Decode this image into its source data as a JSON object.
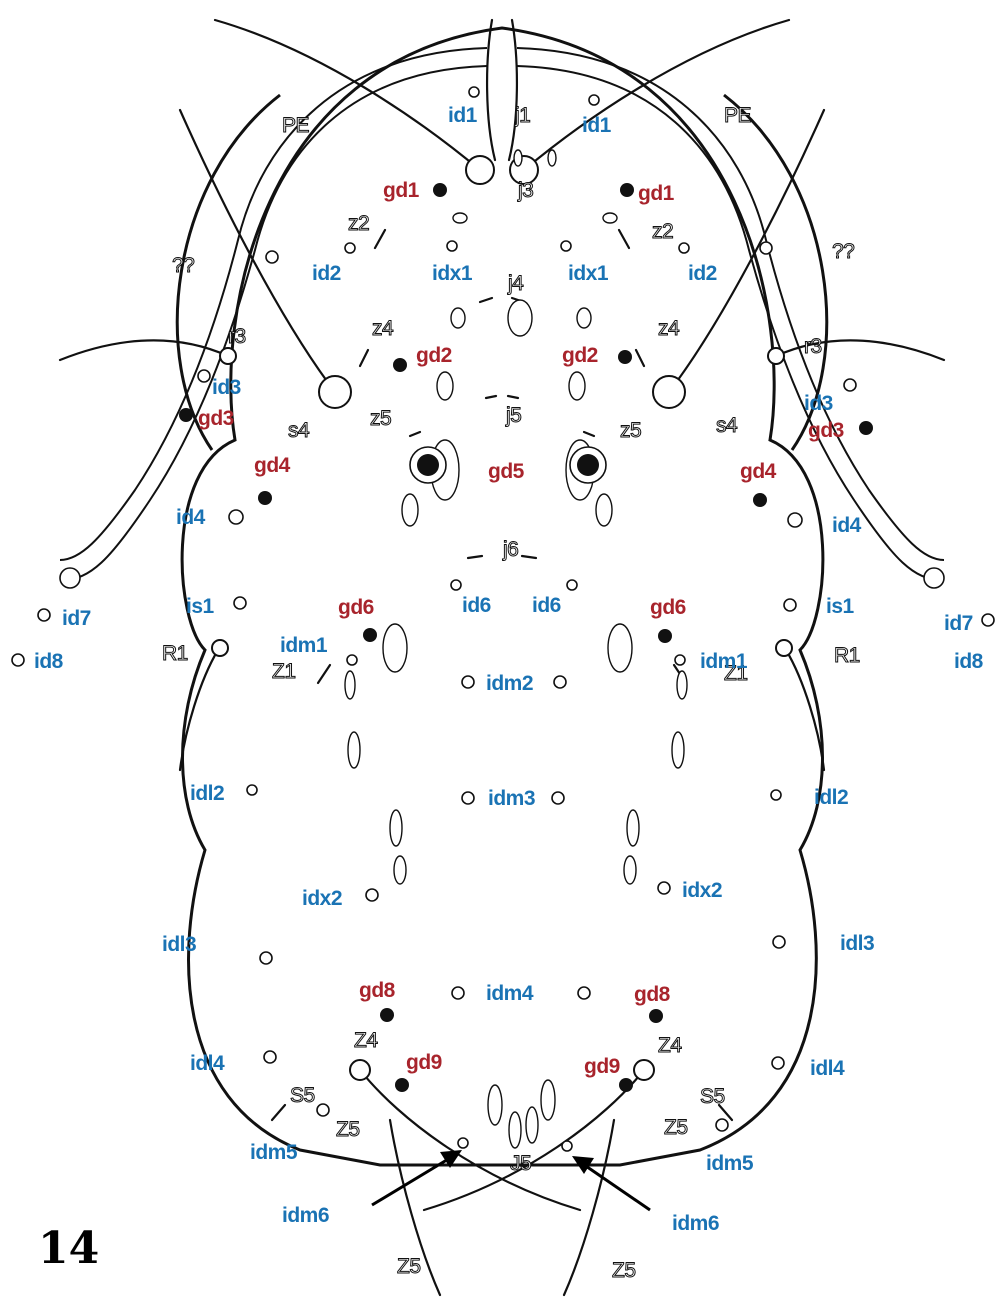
{
  "figure_number": "14",
  "colors": {
    "gland_label": "#a8242c",
    "pore_label": "#1a73b4",
    "seta_label_outline": "#111111",
    "gland": "#111111"
  },
  "labels": {
    "pe_left": "PE",
    "pe_right": "PE",
    "unknown_left": "??",
    "unknown_right": "??",
    "j1": "j1",
    "j3": "j3",
    "j4": "j4",
    "j5": "j5",
    "j6": "j6",
    "J5": "J5",
    "z2_left": "z2",
    "z2_right": "z2",
    "z4_left": "z4",
    "z4_right": "z4",
    "z5_left": "z5",
    "z5_right": "z5",
    "r3_left": "r3",
    "r3_right": "r3",
    "s4_left": "s4",
    "s4_right": "s4",
    "R1_left": "R1",
    "R1_right": "R1",
    "Z1_left": "Z1",
    "Z1_right": "Z1",
    "Z4_left": "Z4",
    "Z4_right": "Z4",
    "S5_left": "S5",
    "S5_right": "S5",
    "Z5_left": "Z5",
    "Z5_right": "Z5",
    "Z5_bottom_left": "Z5",
    "Z5_bottom_right": "Z5",
    "gd1_left": "gd1",
    "gd1_right": "gd1",
    "gd2_left": "gd2",
    "gd2_right": "gd2",
    "gd3_left": "gd3",
    "gd3_right": "gd3",
    "gd4_left": "gd4",
    "gd4_right": "gd4",
    "gd5": "gd5",
    "gd6_left": "gd6",
    "gd6_right": "gd6",
    "gd8_left": "gd8",
    "gd8_right": "gd8",
    "gd9_left": "gd9",
    "gd9_right": "gd9",
    "id1_left": "id1",
    "id1_right": "id1",
    "id2_left": "id2",
    "id2_right": "id2",
    "idx1_left": "idx1",
    "idx1_right": "idx1",
    "id3_left": "id3",
    "id3_right": "id3",
    "id4_left": "id4",
    "id4_right": "id4",
    "id6_left": "id6",
    "id6_right": "id6",
    "id7_left": "id7",
    "id7_right": "id7",
    "id8_left": "id8",
    "id8_right": "id8",
    "is1_left": "is1",
    "is1_right": "is1",
    "idm1_left": "idm1",
    "idm1_right": "idm1",
    "idm2": "idm2",
    "idm3": "idm3",
    "idm4": "idm4",
    "idl2_left": "idl2",
    "idl2_right": "idl2",
    "idx2_left": "idx2",
    "idx2_right": "idx2",
    "idl3_left": "idl3",
    "idl3_right": "idl3",
    "idl4_left": "idl4",
    "idl4_right": "idl4",
    "idm5_left": "idm5",
    "idm5_right": "idm5",
    "idm6_left": "idm6",
    "idm6_right": "idm6"
  }
}
